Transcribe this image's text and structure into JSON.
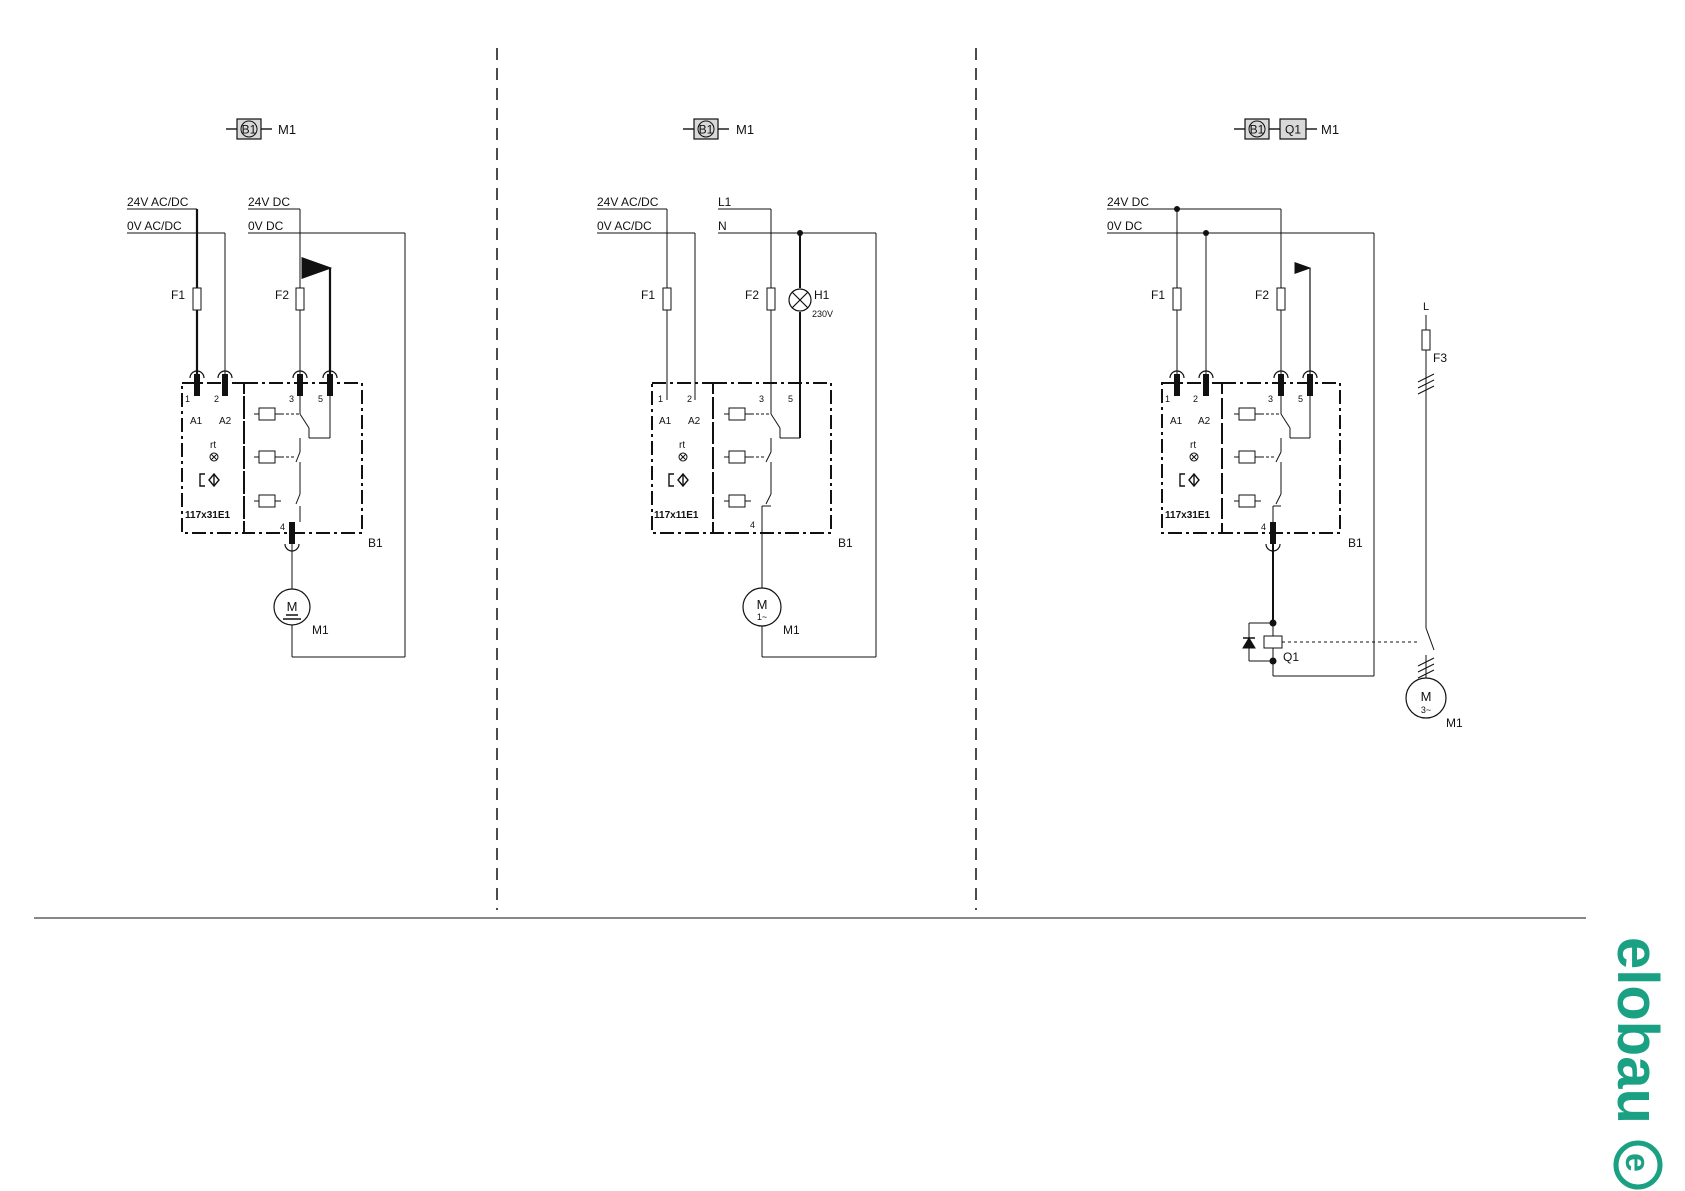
{
  "colors": {
    "line": "#111111",
    "logo": "#1aa082",
    "block_fill": "#d9d9d9"
  },
  "panels": [
    {
      "header": {
        "blocks": [
          "B1"
        ],
        "label": "M1"
      },
      "rails": [
        {
          "top": "24V AC/DC",
          "bottom": "0V AC/DC"
        },
        {
          "top": "24V DC",
          "bottom": "0V DC"
        }
      ],
      "fuses": [
        "F1",
        "F2"
      ],
      "lamp": null,
      "terminals": [
        "1",
        "2",
        "3",
        "5",
        "4"
      ],
      "pins": [
        "A1",
        "A2"
      ],
      "rt_label": "rt",
      "part_no": "117x31E1",
      "device": "B1",
      "motor": {
        "label": "M1",
        "symbol": "M"
      }
    },
    {
      "header": {
        "blocks": [
          "B1"
        ],
        "label": "M1"
      },
      "rails": [
        {
          "top": "24V AC/DC",
          "bottom": "0V AC/DC"
        },
        {
          "top": "L1",
          "bottom": "N"
        }
      ],
      "fuses": [
        "F1",
        "F2"
      ],
      "lamp": {
        "label": "H1",
        "voltage": "230V"
      },
      "terminals": [
        "1",
        "2",
        "3",
        "5",
        "4"
      ],
      "pins": [
        "A1",
        "A2"
      ],
      "rt_label": "rt",
      "part_no": "117x11E1",
      "device": "B1",
      "motor": {
        "label": "M1",
        "symbol": "M",
        "sub": "1~"
      }
    },
    {
      "header": {
        "blocks": [
          "B1",
          "Q1"
        ],
        "label": "M1"
      },
      "rails": [
        {
          "top": "24V DC",
          "bottom": "0V DC"
        }
      ],
      "fuses": [
        "F1",
        "F2",
        "F3"
      ],
      "phase": "L",
      "lamp": null,
      "terminals": [
        "1",
        "2",
        "3",
        "5",
        "4"
      ],
      "pins": [
        "A1",
        "A2"
      ],
      "rt_label": "rt",
      "part_no": "117x31E1",
      "device": "B1",
      "contactor": "Q1",
      "motor": {
        "label": "M1",
        "symbol": "M",
        "sub": "3~"
      }
    }
  ],
  "logo": "elobau"
}
